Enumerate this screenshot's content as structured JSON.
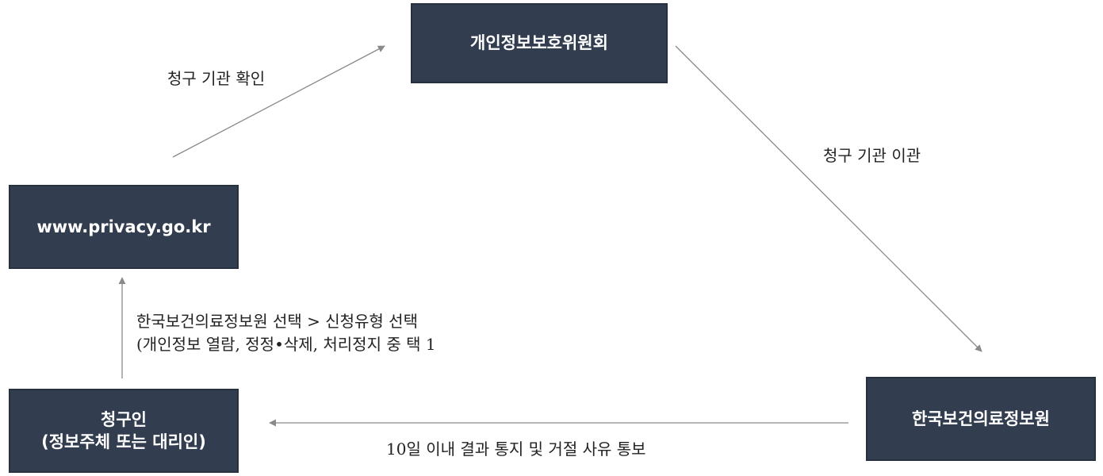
{
  "nodes": {
    "pipc": {
      "label": "개인정보보호위원회"
    },
    "website": {
      "label": "www.privacy.go.kr"
    },
    "requester": {
      "line1": "청구인",
      "line2": "(정보주체 또는 대리인)"
    },
    "khis": {
      "label": "한국보건의료정보원"
    }
  },
  "edges": {
    "website_to_pipc": {
      "label": "청구 기관 확인"
    },
    "pipc_to_khis": {
      "label": "청구 기관 이관"
    },
    "khis_to_requester": {
      "label": "10일 이내 결과 통지 및 거절 사유 통보"
    },
    "requester_to_website": {
      "line1": "한국보건의료정보원 선택 > 신청유형 선택",
      "line2": "(개인정보 열람, 정정•삭제, 처리정지 중 택 1"
    }
  },
  "colors": {
    "node_fill": "#323d4f",
    "node_text": "#ffffff",
    "arrow": "#8a8a8a"
  }
}
